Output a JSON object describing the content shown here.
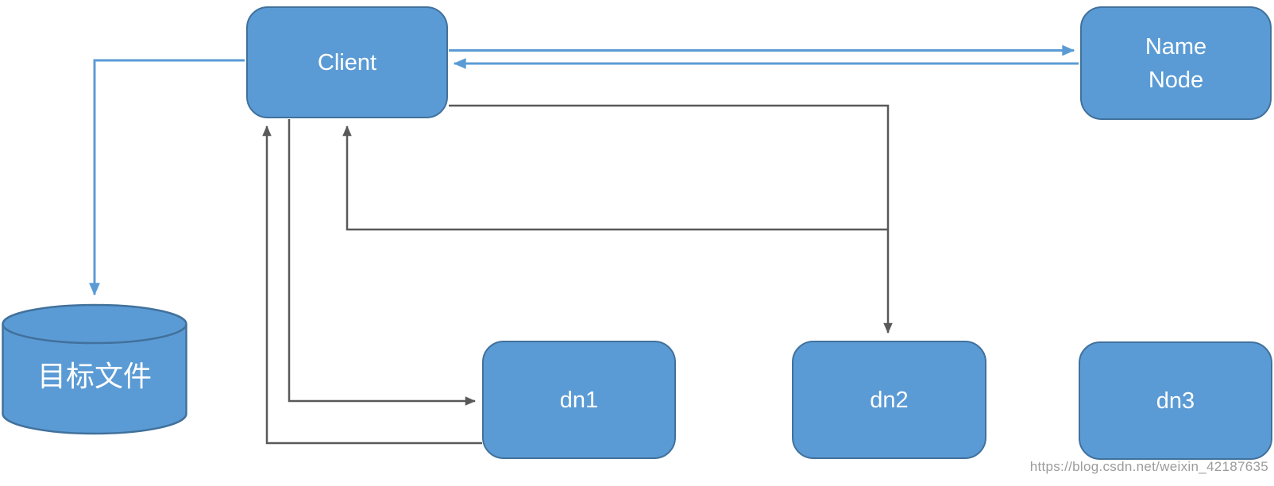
{
  "diagram": {
    "nodes": [
      {
        "id": "client",
        "label": "Client",
        "shape": "rounded-rect"
      },
      {
        "id": "name_node",
        "label": "Name Node",
        "shape": "rounded-rect"
      },
      {
        "id": "target_file",
        "label": "目标文件",
        "shape": "cylinder"
      },
      {
        "id": "dn1",
        "label": "dn1",
        "shape": "rounded-rect"
      },
      {
        "id": "dn2",
        "label": "dn2",
        "shape": "rounded-rect"
      },
      {
        "id": "dn3",
        "label": "dn3",
        "shape": "rounded-rect"
      }
    ],
    "edges": [
      {
        "from": "client",
        "to": "name_node",
        "color": "blue"
      },
      {
        "from": "name_node",
        "to": "client",
        "color": "blue"
      },
      {
        "from": "client",
        "to": "target_file",
        "color": "blue"
      },
      {
        "from": "client",
        "to": "dn1",
        "color": "gray"
      },
      {
        "from": "dn1",
        "to": "client",
        "color": "gray"
      },
      {
        "from": "client",
        "to": "dn2",
        "color": "gray"
      },
      {
        "from": "dn2",
        "to": "client",
        "color": "gray"
      }
    ]
  },
  "watermark": {
    "text": "https://blog.csdn.net/weixin_42187635"
  },
  "colors": {
    "background": "#ffffff",
    "node_fill": "#5b9bd5",
    "node_border": "#41719c",
    "node_text": "#ffffff",
    "blue_edge": "#5b9bd5",
    "gray_edge": "#595959",
    "watermark_text": "#9c9c9c"
  }
}
